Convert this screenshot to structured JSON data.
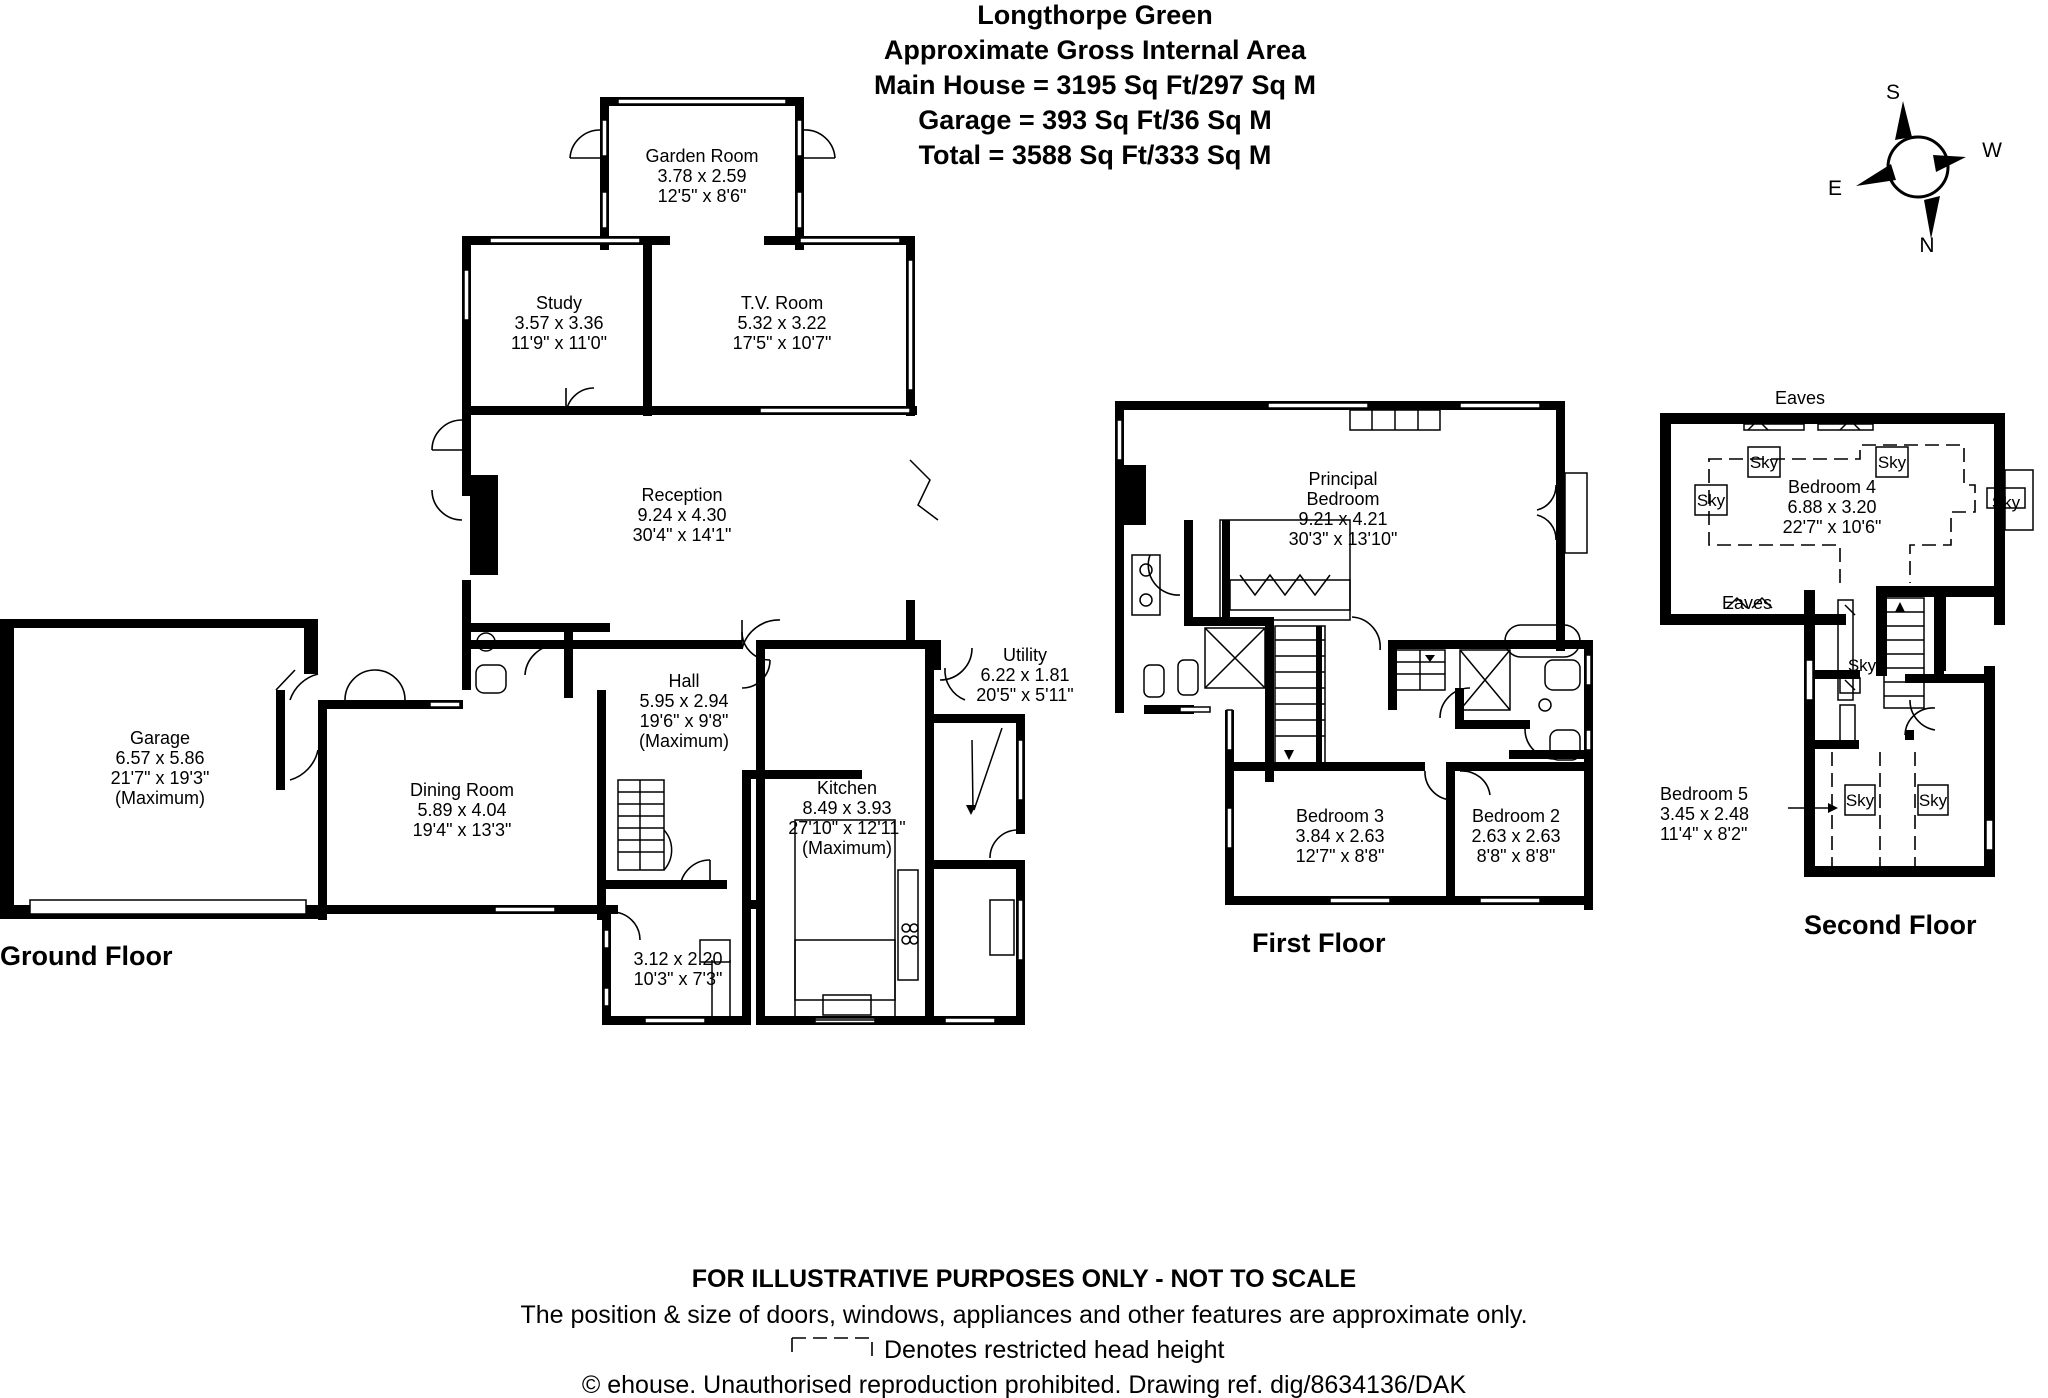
{
  "title": {
    "name": "Longthorpe Green",
    "line1": "Approximate Gross Internal Area",
    "line2": "Main House = 3195 Sq Ft/297 Sq M",
    "line3": "Garage = 393 Sq Ft/36 Sq M",
    "line4": "Total = 3588 Sq Ft/333 Sq M"
  },
  "compass": {
    "s": "S",
    "w": "W",
    "e": "E",
    "n": "N",
    "icon": "compass-icon"
  },
  "floors": {
    "ground": "Ground Floor",
    "first": "First Floor",
    "second": "Second Floor"
  },
  "rooms": {
    "garden_room": {
      "name": "Garden Room",
      "metric": "3.78 x 2.59",
      "imperial": "12'5\" x 8'6\""
    },
    "study": {
      "name": "Study",
      "metric": "3.57 x 3.36",
      "imperial": "11'9\" x 11'0\""
    },
    "tv_room": {
      "name": "T.V.   Room",
      "metric": "5.32 x 3.22",
      "imperial": "17'5\" x 10'7\""
    },
    "reception": {
      "name": "Reception",
      "metric": "9.24 x 4.30",
      "imperial": "30'4\" x 14'1\""
    },
    "garage": {
      "name": "Garage",
      "metric": "6.57 x 5.86",
      "imperial": "21'7\" x 19'3\"",
      "note": "(Maximum)"
    },
    "dining_room": {
      "name": "Dining Room",
      "metric": "5.89 x 4.04",
      "imperial": "19'4\" x 13'3\""
    },
    "hall": {
      "name": "Hall",
      "metric": "5.95 x 2.94",
      "imperial": "19'6\" x 9'8\"",
      "note": "(Maximum)"
    },
    "utility": {
      "name": "Utility",
      "metric": "6.22 x 1.81",
      "imperial": "20'5\" x 5'11\""
    },
    "kitchen": {
      "name": "Kitchen",
      "metric": "8.49 x 3.93",
      "imperial": "27'10\" x 12'11\"",
      "note": "(Maximum)"
    },
    "boot_room": {
      "metric": "3.12 x 2.20",
      "imperial": "10'3\" x 7'3\""
    },
    "principal_bedroom": {
      "name1": "Principal",
      "name2": "Bedroom",
      "metric": "9.21 x 4.21",
      "imperial": "30'3\" x 13'10\""
    },
    "bedroom3": {
      "name": "Bedroom 3",
      "metric": "3.84 x 2.63",
      "imperial": "12'7\" x 8'8\""
    },
    "bedroom2": {
      "name": "Bedroom 2",
      "metric": "2.63 x 2.63",
      "imperial": "8'8\" x 8'8\""
    },
    "bedroom4": {
      "name": "Bedroom 4",
      "metric": "6.88 x 3.20",
      "imperial": "22'7\" x 10'6\""
    },
    "bedroom5": {
      "name": "Bedroom 5",
      "metric": "3.45 x 2.48",
      "imperial": "11'4\" x 8'2\""
    }
  },
  "labels": {
    "eaves": "Eaves",
    "sky": "Sky"
  },
  "footer": {
    "line1": "FOR ILLUSTRATIVE PURPOSES ONLY - NOT TO SCALE",
    "line2": "The position & size of doors, windows, appliances and other features are approximate only.",
    "line3": "Denotes restricted head height",
    "line4": "© ehouse. Unauthorised reproduction prohibited. Drawing ref. dig/8634136/DAK"
  }
}
